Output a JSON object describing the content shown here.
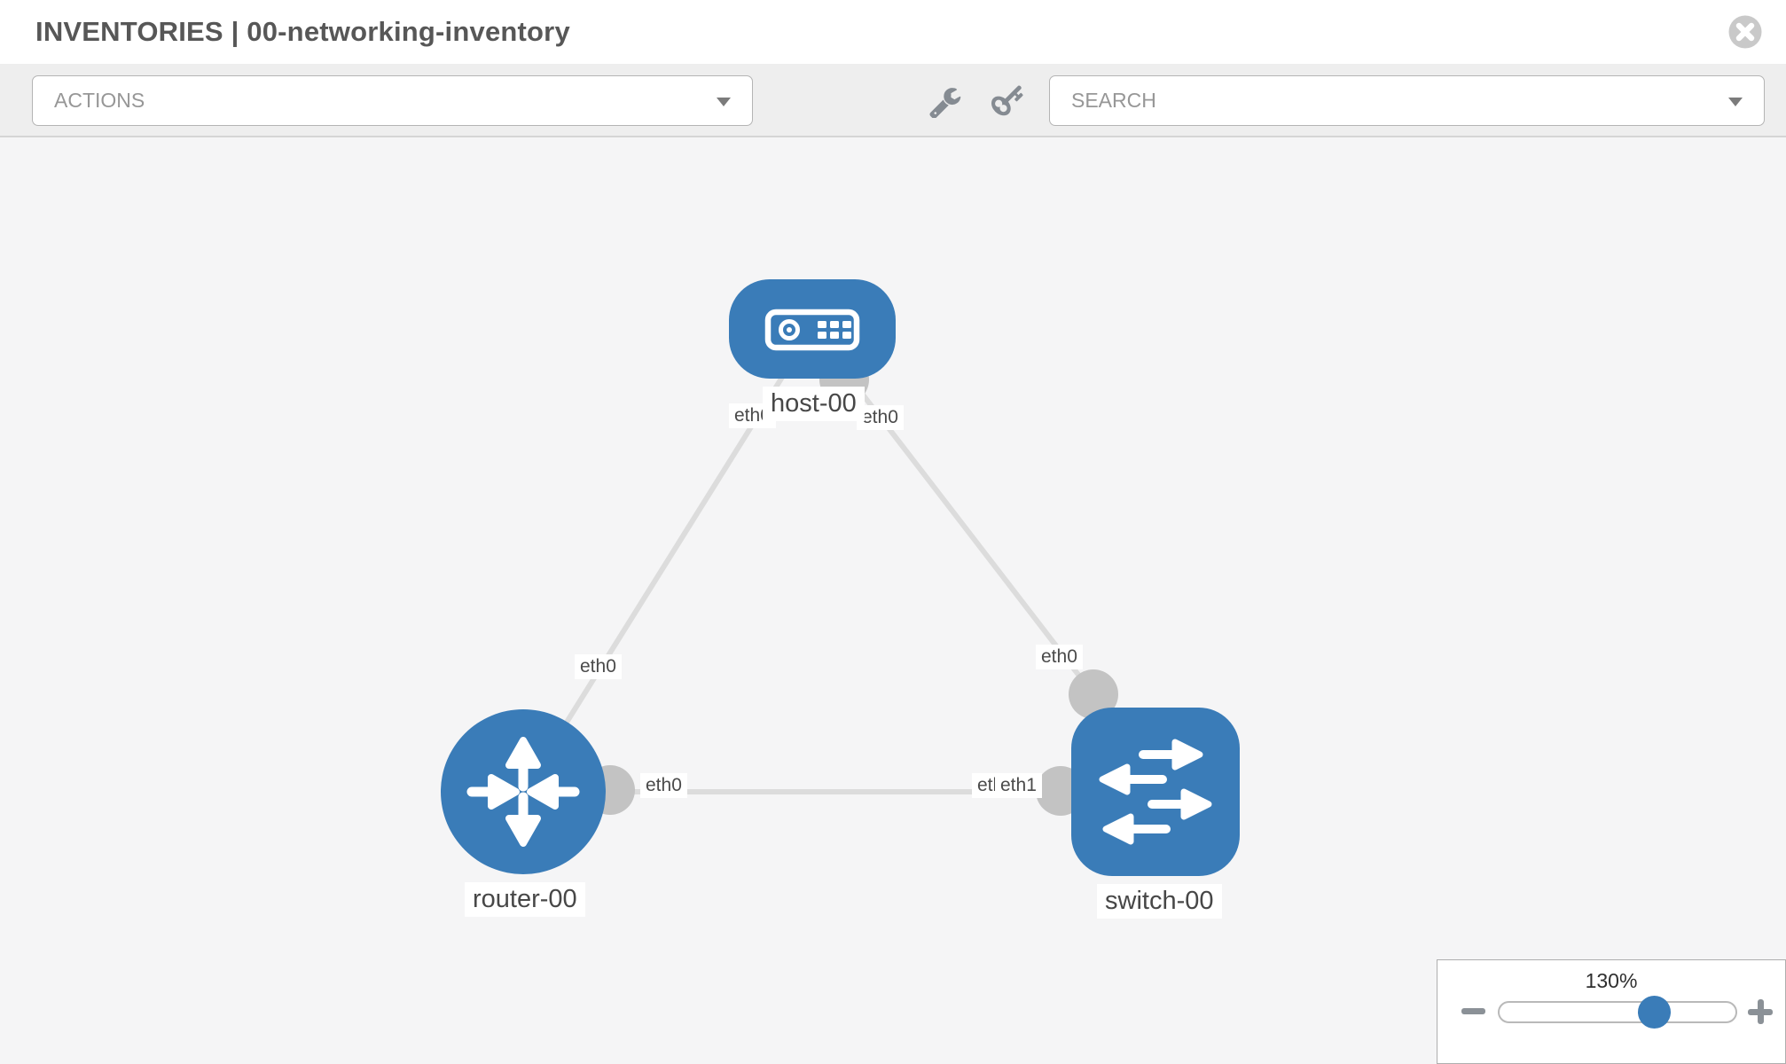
{
  "header": {
    "title": "INVENTORIES | 00-networking-inventory"
  },
  "toolbar": {
    "actions_label": "ACTIONS",
    "search_placeholder": "SEARCH",
    "icons": [
      "wrench-icon",
      "key-icon"
    ]
  },
  "diagram": {
    "nodes": [
      {
        "id": "host-00",
        "label": "host-00",
        "type": "host",
        "icon": "host-icon"
      },
      {
        "id": "router-00",
        "label": "router-00",
        "type": "router",
        "icon": "router-icon"
      },
      {
        "id": "switch-00",
        "label": "switch-00",
        "type": "switch",
        "icon": "switch-icon"
      }
    ],
    "links": [
      {
        "source": "host-00",
        "target": "router-00",
        "source_interface": "eth0",
        "target_interface": "eth0"
      },
      {
        "source": "host-00",
        "target": "switch-00",
        "source_interface": "eth0",
        "target_interface": "eth0"
      },
      {
        "source": "router-00",
        "target": "switch-00",
        "source_interface": "eth0",
        "target_interface": "eth1",
        "overlapped_label": "eth0"
      }
    ]
  },
  "zoom_control": {
    "level": "130%",
    "value": 130,
    "icons": [
      "minus-icon",
      "plus-icon"
    ]
  },
  "colors": {
    "node_blue": "#3a7cb8",
    "link_gray": "#dcdcdc",
    "port_gray": "#c3c3c3",
    "toolbar_gray": "#eeeeee",
    "canvas_gray": "#f5f5f6",
    "icon_gray": "#858b92"
  }
}
